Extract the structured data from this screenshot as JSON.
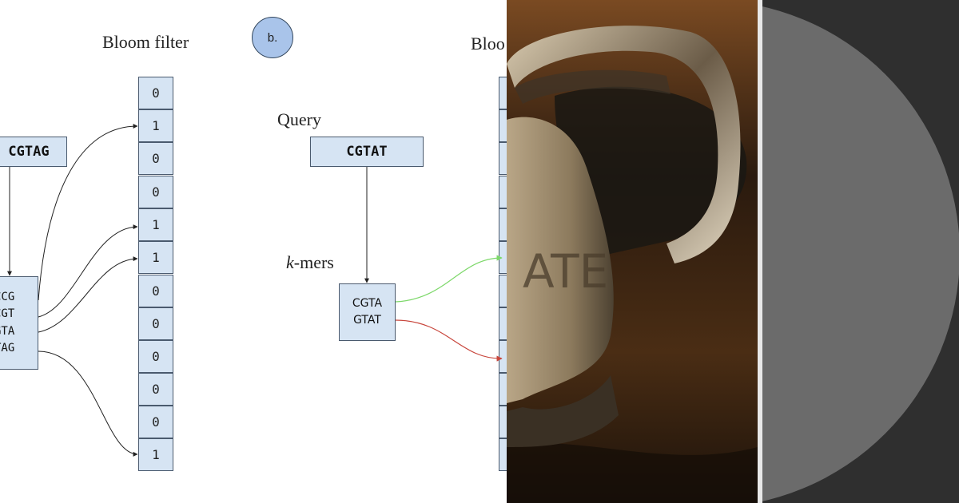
{
  "panel_a": {
    "title": "Bloom filter",
    "query": "CGTAG",
    "kmers": [
      "CCG",
      "CGT",
      "GTA",
      "TAG"
    ],
    "bits": [
      "0",
      "1",
      "0",
      "0",
      "1",
      "1",
      "0",
      "0",
      "0",
      "0",
      "0",
      "1"
    ]
  },
  "panel_b": {
    "badge": "b.",
    "title": "Bloo",
    "query_label": "Query",
    "query": "CGTAT",
    "kmers_label_italic": "k",
    "kmers_label_rest": "-mers",
    "kmers": [
      "CGTA",
      "GTAT"
    ],
    "link_colors": {
      "present": "#7dd86a",
      "absent": "#c8463c"
    }
  },
  "colors": {
    "box_fill": "#d6e4f3",
    "box_border": "#4a5a6e",
    "badge_fill": "#a9c4ea",
    "photo_bg": "#3a2614",
    "dark_panel": "#2f2f2f",
    "circle": "#6b6b6b"
  }
}
